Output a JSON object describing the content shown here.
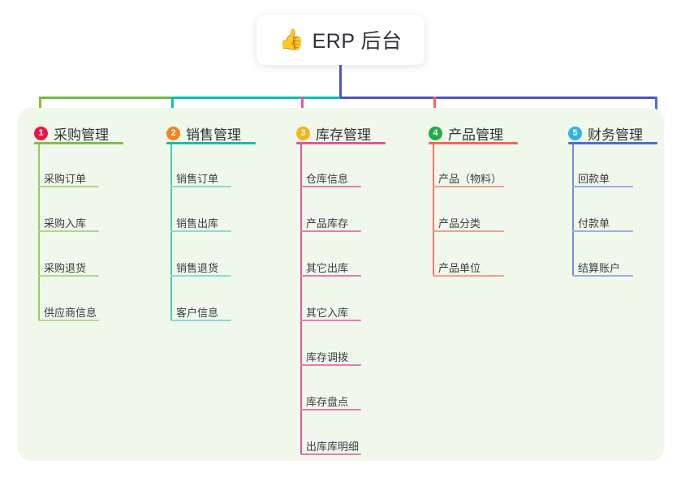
{
  "diagram": {
    "title": "ERP 后台",
    "root": {
      "emoji": "👍",
      "emoji_name": "thumbs-up-icon",
      "label": "ERP 后台"
    },
    "panel_color": "#eff8ea",
    "connector_colors": {
      "left_bar": "#72b944",
      "mid_bar": "#0bbfae",
      "right_bar": "#4f55b8",
      "root_stem": "#4f55b8"
    },
    "columns": [
      {
        "index": "1",
        "label": "采购管理",
        "badge_color": "#e8174b",
        "rule_color": "#7cc242",
        "line_color": "#8cc96a",
        "leaf_rule_color": "#aed88f",
        "items": [
          {
            "label": "采购订单"
          },
          {
            "label": "采购入库"
          },
          {
            "label": "采购退货"
          },
          {
            "label": "供应商信息"
          }
        ]
      },
      {
        "index": "2",
        "label": "销售管理",
        "badge_color": "#f58220",
        "rule_color": "#0fc0b4",
        "line_color": "#4cc9c0",
        "leaf_rule_color": "#8ed9d2",
        "items": [
          {
            "label": "销售订单"
          },
          {
            "label": "销售出库"
          },
          {
            "label": "销售退货"
          },
          {
            "label": "客户信息"
          }
        ]
      },
      {
        "index": "3",
        "label": "库存管理",
        "badge_color": "#f5b51a",
        "rule_color": "#ee4fa5",
        "line_color": "#e8539f",
        "leaf_rule_color": "#ec77b4",
        "items": [
          {
            "label": "仓库信息"
          },
          {
            "label": "产品库存"
          },
          {
            "label": "其它出库"
          },
          {
            "label": "其它入库"
          },
          {
            "label": "库存调拨"
          },
          {
            "label": "库存盘点"
          },
          {
            "label": "出库库明细"
          }
        ]
      },
      {
        "index": "4",
        "label": "产品管理",
        "badge_color": "#22ab49",
        "rule_color": "#fa6450",
        "line_color": "#f97565",
        "leaf_rule_color": "#fb9b8e",
        "items": [
          {
            "label": "产品（物料）"
          },
          {
            "label": "产品分类"
          },
          {
            "label": "产品单位"
          }
        ]
      },
      {
        "index": "5",
        "label": "财务管理",
        "badge_color": "#2eb3e8",
        "rule_color": "#4a6fd4",
        "line_color": "#6f8ede",
        "leaf_rule_color": "#9aaee8",
        "items": [
          {
            "label": "回款单"
          },
          {
            "label": "付款单"
          },
          {
            "label": "结算账户"
          }
        ]
      }
    ]
  }
}
